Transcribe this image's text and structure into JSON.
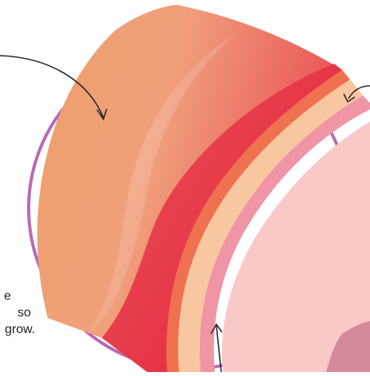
{
  "caption": {
    "line1": "e",
    "line2": "so",
    "line3": "grow."
  },
  "colors": {
    "ring": "#b76ab5",
    "outer_layer": "#f0a06a",
    "red_band": "#e3233c",
    "orange_band": "#ef7150",
    "peach_band": "#f8c7a0",
    "pink_band": "#ef95a5",
    "inner_layer": "#f9c9c8",
    "arrow": "#2a2a2a"
  }
}
